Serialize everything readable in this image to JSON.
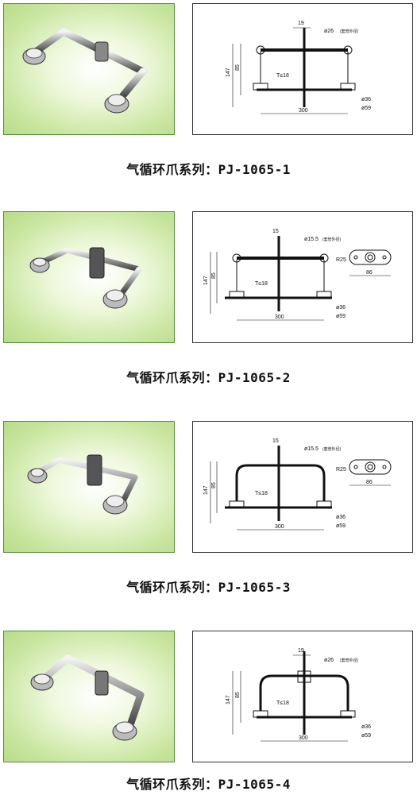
{
  "products": [
    {
      "caption": "气循环爪系列：PJ-1065-1",
      "dims": {
        "top": "19",
        "pipe": "ø26",
        "note": "(套管外径)",
        "h1": "85",
        "h2": "147",
        "t": "T≤18",
        "width": "300",
        "d1": "ø36",
        "d2": "ø59",
        "r": "",
        "w2": ""
      }
    },
    {
      "caption": "气循环爪系列：PJ-1065-2",
      "dims": {
        "top": "15",
        "pipe": "ø15.5",
        "note": "(套管外径)",
        "h1": "85",
        "h2": "147",
        "t": "T≤18",
        "width": "300",
        "d1": "ø36",
        "d2": "ø59",
        "r": "R25",
        "w2": "86"
      }
    },
    {
      "caption": "气循环爪系列：PJ-1065-3",
      "dims": {
        "top": "15",
        "pipe": "ø15.5",
        "note": "(套管外径)",
        "h1": "85",
        "h2": "147",
        "t": "T≤18",
        "width": "300",
        "d1": "ø36",
        "d2": "ø59",
        "r": "R25",
        "w2": "86"
      }
    },
    {
      "caption": "气循环爪系列：PJ-1065-4",
      "dims": {
        "top": "19",
        "pipe": "ø26",
        "note": "(套管外径)",
        "h1": "85",
        "h2": "147",
        "t": "T≤18",
        "width": "300",
        "d1": "ø36",
        "d2": "ø59",
        "r": "",
        "w2": ""
      }
    }
  ]
}
